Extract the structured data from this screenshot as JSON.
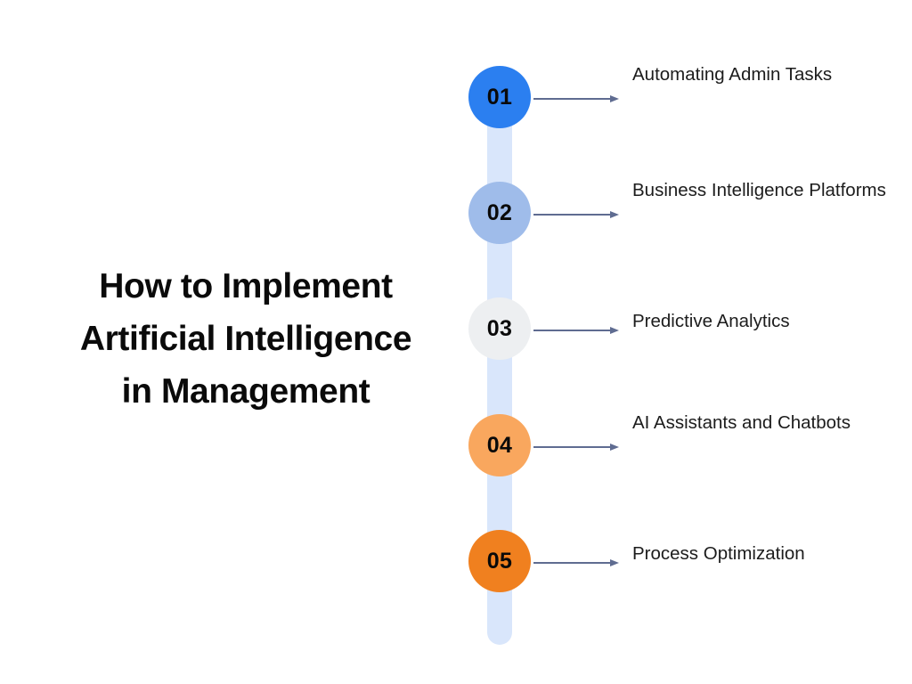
{
  "page": {
    "background_color": "#ffffff",
    "accent_colors": {
      "spine": "#d9e6fb",
      "arrow": "#5f6c91",
      "title_text": "#0a0a0a",
      "label_text": "#1c1c1c"
    }
  },
  "title": {
    "lines": [
      "How to Implement",
      "Artificial Intelligence",
      "in Management"
    ]
  },
  "timeline": {
    "steps": [
      {
        "number": "01",
        "label": "Automating Admin Tasks",
        "color": "#2b7ff0",
        "number_color": "#0a0a0a",
        "two_line": true
      },
      {
        "number": "02",
        "label": "Business Intelligence Platforms",
        "color": "#9fbcea",
        "number_color": "#0a0a0a",
        "two_line": true
      },
      {
        "number": "03",
        "label": "Predictive Analytics",
        "color": "#edeff1",
        "number_color": "#0a0a0a",
        "two_line": false
      },
      {
        "number": "04",
        "label": "AI Assistants and Chatbots",
        "color": "#f9a75e",
        "number_color": "#0a0a0a",
        "two_line": true
      },
      {
        "number": "05",
        "label": "Process Optimization",
        "color": "#f0801f",
        "number_color": "#0a0a0a",
        "two_line": false
      }
    ]
  }
}
